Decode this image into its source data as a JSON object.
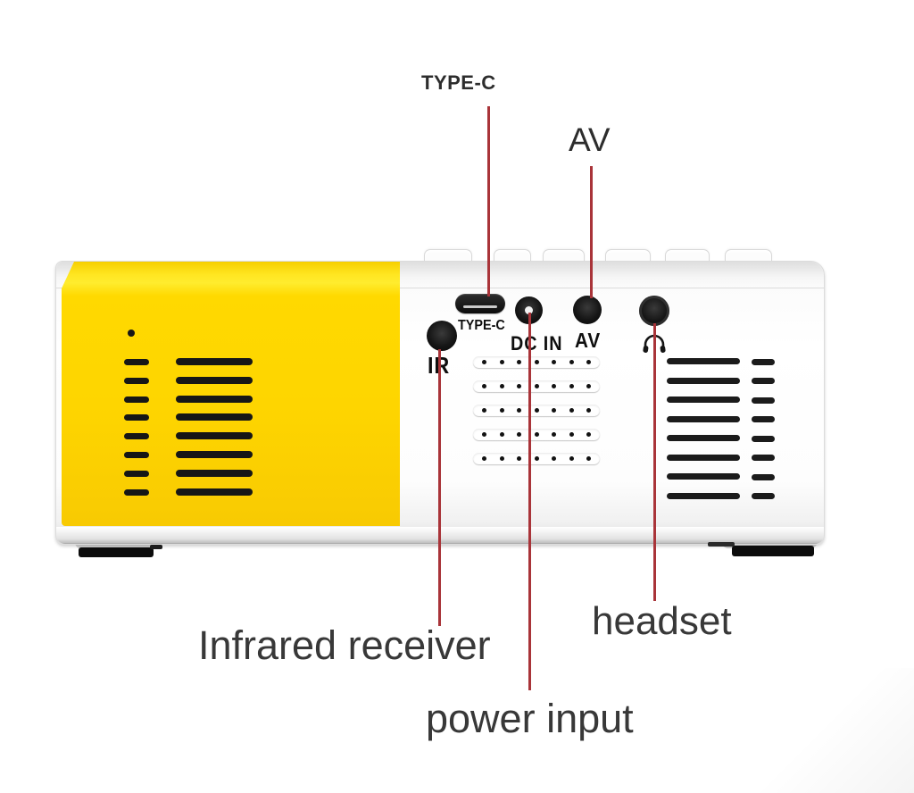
{
  "callouts": {
    "type_c_top": "TYPE-C",
    "av_top": "AV",
    "infrared": "Infrared receiver",
    "power": "power input",
    "headset": "headset"
  },
  "device_labels": {
    "ir": "IR",
    "type_c": "TYPE-C",
    "dc_in": "DC IN",
    "av": "AV"
  },
  "icons": {
    "headset_jack_icon": "headphones-icon"
  },
  "colors": {
    "annotation_red": "#a93439",
    "device_yellow": "#fed500",
    "device_white": "#fdfdfd",
    "vent_black": "#161616",
    "label_dark": "#383838"
  },
  "vents": {
    "left_rows": 8,
    "right_rows": 8,
    "grille_rows": 5,
    "grille_dots_per_row": 7
  }
}
